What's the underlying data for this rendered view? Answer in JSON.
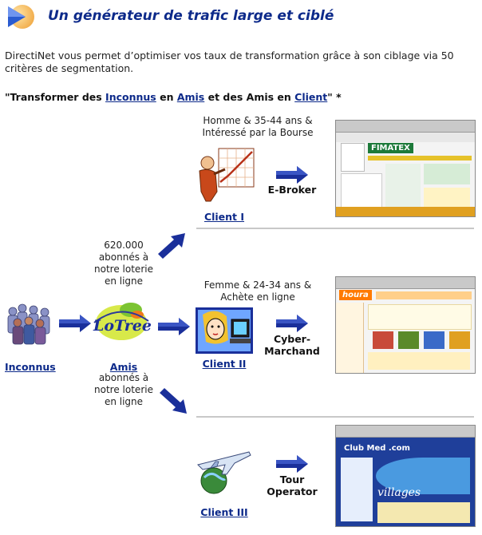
{
  "header": {
    "title": "Un générateur de trafic large et ciblé",
    "icon": "play-triangle-icon"
  },
  "intro": "DirectiNet vous permet d’optimiser vos taux de transformation grâce à son ciblage via 50 critères de segmentation.",
  "quote": {
    "open": "\"Transformer des ",
    "w1": "Inconnus",
    "t1": " en ",
    "w2": "Amis",
    "t2": " et des Amis en ",
    "w3": "Client",
    "close": "\" *"
  },
  "left": {
    "inconnus": "Inconnus",
    "amis": "Amis",
    "top_note": [
      "620.000",
      "abonnés à",
      "notre loterie",
      "en ligne"
    ],
    "bottom_note": [
      "abonnés à",
      "notre loterie",
      "en ligne"
    ],
    "logo_text": "LoTree"
  },
  "clients": [
    {
      "criteria": [
        "Homme & 35-44 ans &",
        "Intéressé par la Bourse"
      ],
      "link": "Client I",
      "type": "E-Broker",
      "site": "FIMATEX"
    },
    {
      "criteria": [
        "Femme & 24-34 ans &",
        "Achète en ligne"
      ],
      "link": "Client II",
      "type": [
        "Cyber-",
        "Marchand"
      ],
      "site": "houra"
    },
    {
      "criteria": [],
      "link": "Client III",
      "type": [
        "Tour",
        "Operator"
      ],
      "site": "Club Med .com",
      "site_tagline": "villages"
    }
  ],
  "colors": {
    "title": "#0d2a8a",
    "arrow": "#1a2f9a",
    "link": "#0d2a8a"
  }
}
